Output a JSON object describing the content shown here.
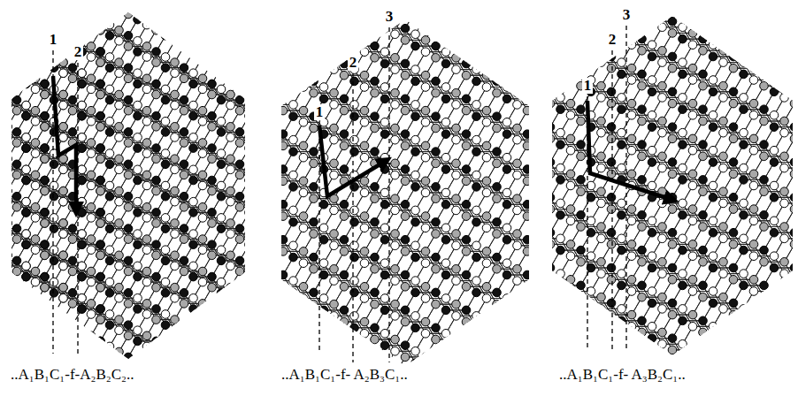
{
  "diagram": {
    "labels": [
      "1",
      "2",
      "..A₁B₁C₁-f-A₂B₂C₂..",
      "1",
      "2",
      "3",
      "..A₁B₁C₁-f- A₂B₃C₁..",
      "3",
      "2",
      "1",
      "..A₁B₁C₁-f- A₃B₂C₁.."
    ]
  }
}
